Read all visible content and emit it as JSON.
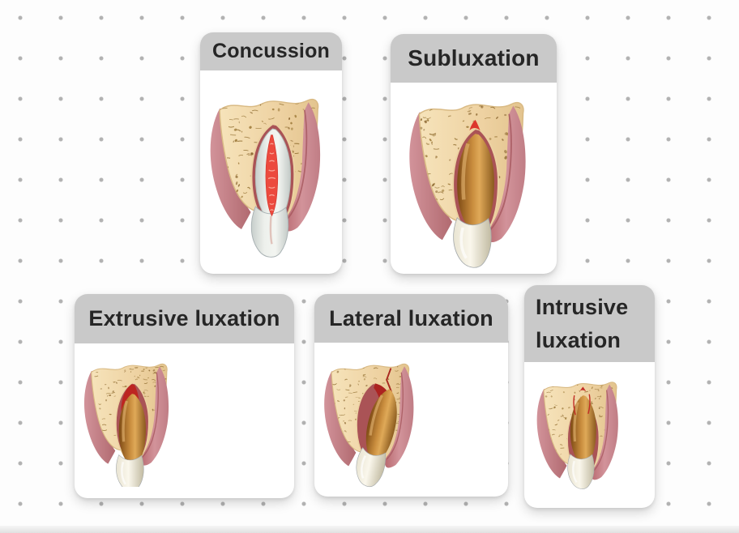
{
  "colors": {
    "label_bg": "#c9c9c9",
    "label_text": "#262626",
    "card_bg": "#ffffff",
    "canvas_bg": "#fdfdfd",
    "dot": "#b2b2b2",
    "bone": "#eed2a2",
    "gum": "#c5838a",
    "root_brown": "#c98d3e",
    "crown": "#f5f1e4",
    "trauma_red": "#c02a24"
  },
  "cards": [
    {
      "label": "Concussion",
      "variant": "concussion",
      "illustration": "tooth-cross-section-inflamed-pulp-icon"
    },
    {
      "label": "Subluxation",
      "variant": "subluxation",
      "illustration": "tooth-in-socket-apex-bleed-icon"
    },
    {
      "label": "Extrusive luxation",
      "variant": "extrusive",
      "illustration": "tooth-displaced-outward-icon"
    },
    {
      "label": "Lateral luxation",
      "variant": "lateral",
      "illustration": "tooth-displaced-sideways-icon"
    },
    {
      "label": "Intrusive luxation",
      "variant": "intrusive",
      "illustration": "tooth-pushed-into-bone-icon"
    }
  ]
}
